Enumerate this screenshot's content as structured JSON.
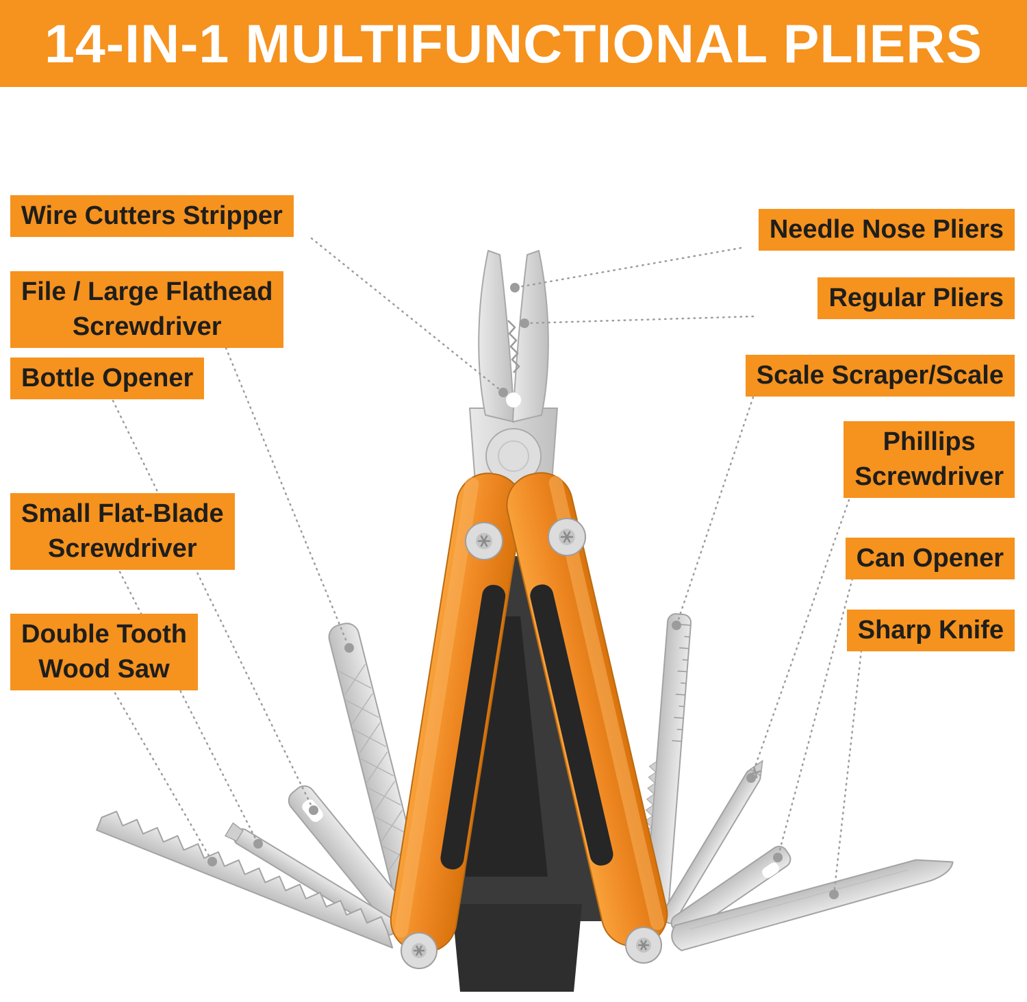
{
  "banner": {
    "title": "14-IN-1 MULTIFUNCTIONAL PLIERS"
  },
  "labels": {
    "left": [
      {
        "id": "wire-cutters-stripper",
        "lines": [
          "Wire Cutters Stripper"
        ]
      },
      {
        "id": "file-large-flathead-screwdriver",
        "lines": [
          "File / Large Flathead",
          "Screwdriver"
        ]
      },
      {
        "id": "bottle-opener",
        "lines": [
          "Bottle Opener"
        ]
      },
      {
        "id": "small-flat-blade-screwdriver",
        "lines": [
          "Small Flat-Blade",
          "Screwdriver"
        ]
      },
      {
        "id": "double-tooth-wood-saw",
        "lines": [
          "Double Tooth",
          "Wood Saw"
        ]
      }
    ],
    "right": [
      {
        "id": "needle-nose-pliers",
        "lines": [
          "Needle Nose Pliers"
        ]
      },
      {
        "id": "regular-pliers",
        "lines": [
          "Regular Pliers"
        ]
      },
      {
        "id": "scale-scraper-scale",
        "lines": [
          "Scale Scraper/Scale"
        ]
      },
      {
        "id": "phillips-screwdriver",
        "lines": [
          "Phillips",
          "Screwdriver"
        ]
      },
      {
        "id": "can-opener",
        "lines": [
          "Can Opener"
        ]
      },
      {
        "id": "sharp-knife",
        "lines": [
          "Sharp Knife"
        ]
      }
    ]
  },
  "colors": {
    "accent": "#F6921E",
    "banner_text": "#FFFFFF",
    "label_text": "#1E1E1C",
    "leader_line": "#9C9C9C",
    "tool_silver": "#D6D6D6",
    "handle_orange": "#EE8722",
    "grip_black": "#2B2B2B"
  }
}
